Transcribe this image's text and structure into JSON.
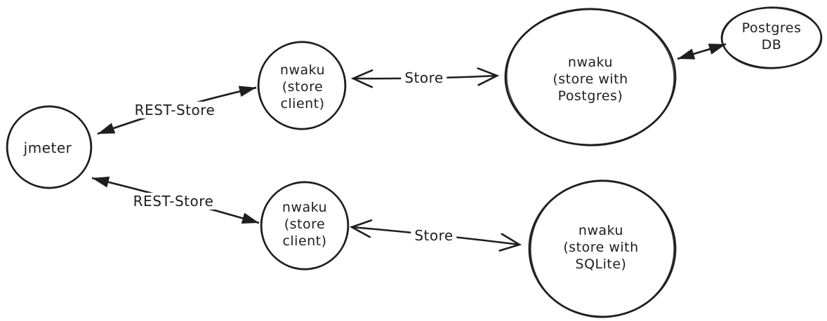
{
  "diagram": {
    "background_color": "#ffffff",
    "stroke_color": "#1e1e1e",
    "nodes": [
      {
        "id": "jmeter",
        "label": "jmeter"
      },
      {
        "id": "nwaku-store-client-top",
        "label": "nwaku\n(store\nclient)"
      },
      {
        "id": "nwaku-store-postgres",
        "label": "nwaku\n(store with\nPostgres)"
      },
      {
        "id": "postgres-db",
        "label": "Postgres\nDB"
      },
      {
        "id": "nwaku-store-client-bottom",
        "label": "nwaku\n(store\nclient)"
      },
      {
        "id": "nwaku-store-sqlite",
        "label": "nwaku\n(store with\nSQLite)"
      }
    ],
    "edges": [
      {
        "id": "rest-store-top",
        "label": "REST-Store",
        "from": "jmeter",
        "to": "nwaku-store-client-top",
        "arrow": "double-filled"
      },
      {
        "id": "rest-store-bottom",
        "label": "REST-Store",
        "from": "jmeter",
        "to": "nwaku-store-client-bottom",
        "arrow": "double-filled"
      },
      {
        "id": "store-top",
        "label": "Store",
        "from": "nwaku-store-client-top",
        "to": "nwaku-store-postgres",
        "arrow": "double-open"
      },
      {
        "id": "store-bottom",
        "label": "Store",
        "from": "nwaku-store-client-bottom",
        "to": "nwaku-store-sqlite",
        "arrow": "double-open"
      },
      {
        "id": "postgres-db-link",
        "label": "",
        "from": "nwaku-store-postgres",
        "to": "postgres-db",
        "arrow": "double-filled"
      }
    ]
  }
}
